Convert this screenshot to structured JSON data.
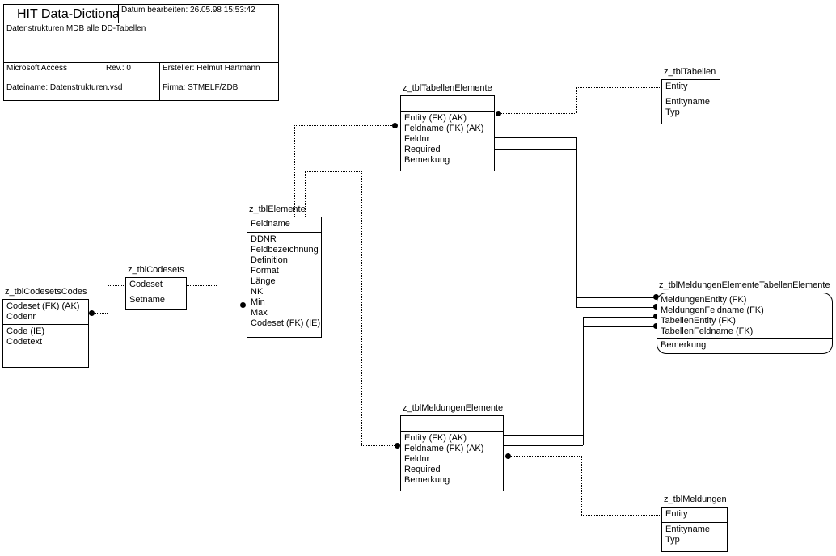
{
  "title_block": {
    "title": "HIT Data-Dictionary",
    "date_edited": "Datum bearbeiten: 26.05.98 15:53:42",
    "description": "Datenstrukturen.MDB alle DD-Tabellen",
    "application": "Microsoft Access",
    "revision": "Rev.: 0",
    "author": "Ersteller: Helmut Hartmann",
    "filename": "Dateiname: Datenstrukturen.vsd",
    "company": "Firma: STMELF/ZDB"
  },
  "entities": {
    "tabellen_elemente": {
      "title": "z_tblTabellenElemente",
      "key_attrs": [],
      "attrs": [
        "Entity (FK) (AK)",
        "Feldname (FK) (AK)",
        "Feldnr",
        "Required",
        "Bemerkung"
      ]
    },
    "tabellen": {
      "title": "z_tblTabellen",
      "key_attrs": [
        "Entity"
      ],
      "attrs": [
        "Entityname",
        "Typ"
      ]
    },
    "elemente": {
      "title": "z_tblElemente",
      "key_attrs": [
        "Feldname"
      ],
      "attrs": [
        "DDNR",
        "Feldbezeichnung",
        "Definition",
        "Format",
        "Länge",
        "NK",
        "Min",
        "Max",
        "Codeset (FK) (IE)"
      ]
    },
    "codesets": {
      "title": "z_tblCodesets",
      "key_attrs": [
        "Codeset"
      ],
      "attrs": [
        "Setname"
      ]
    },
    "codesets_codes": {
      "title": "z_tblCodesetsCodes",
      "key_attrs": [
        "Codeset (FK) (AK)",
        "Codenr"
      ],
      "attrs": [
        "Code (IE)",
        "Codetext"
      ]
    },
    "meldungen_elemente_tabellen_elemente": {
      "title": "z_tblMeldungenElementeTabellenElemente",
      "key_attrs": [
        "MeldungenEntity (FK)",
        "MeldungenFeldname (FK)",
        "TabellenEntity (FK)",
        "TabellenFeldname (FK)"
      ],
      "attrs": [
        "Bemerkung"
      ]
    },
    "meldungen_elemente": {
      "title": "z_tblMeldungenElemente",
      "key_attrs": [],
      "attrs": [
        "Entity (FK) (AK)",
        "Feldname (FK) (AK)",
        "Feldnr",
        "Required",
        "Bemerkung"
      ]
    },
    "meldungen": {
      "title": "z_tblMeldungen",
      "key_attrs": [
        "Entity"
      ],
      "attrs": [
        "Entityname",
        "Typ"
      ]
    }
  },
  "colors": {
    "line": "#000000",
    "background": "#ffffff"
  }
}
